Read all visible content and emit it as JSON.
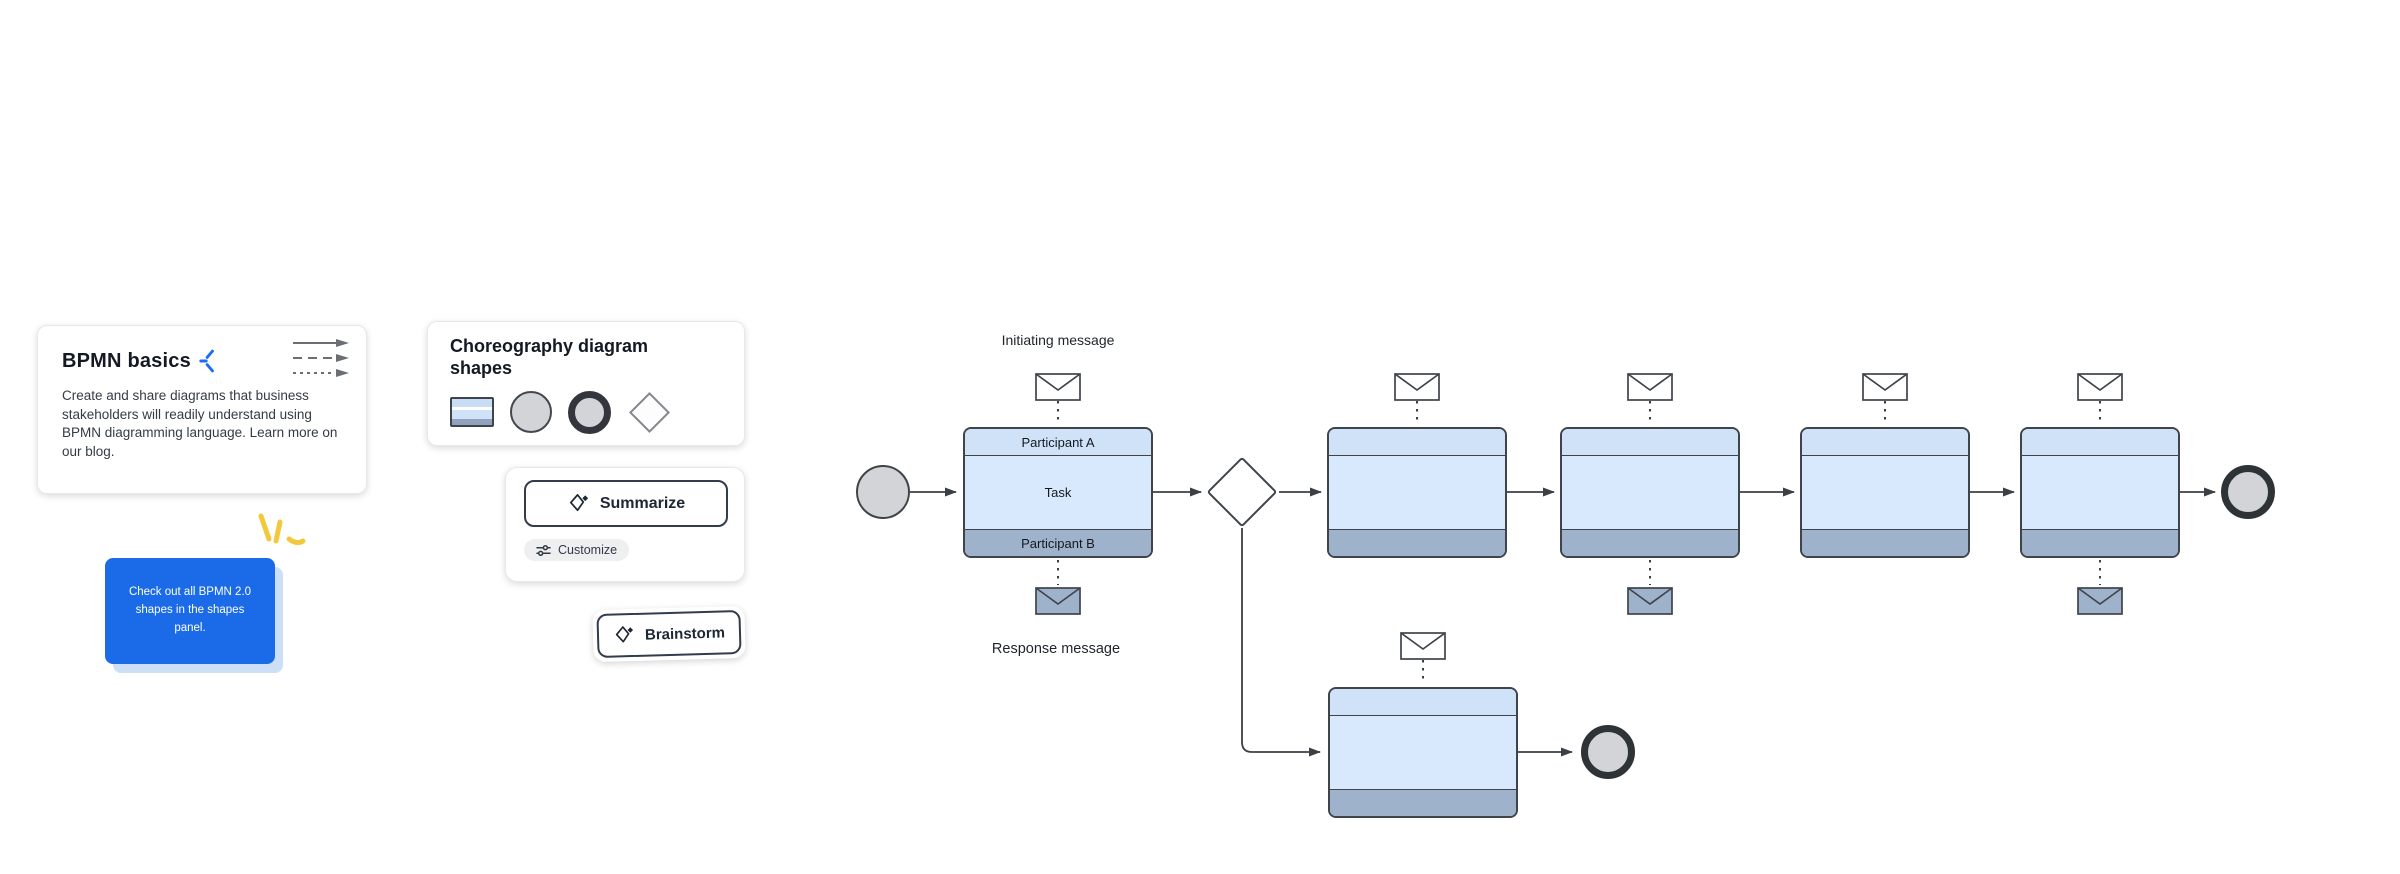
{
  "bpmn_card": {
    "title": "BPMN basics",
    "body": "Create and share diagrams that business stakeholders will readily understand using BPMN diagramming language. Learn more on our blog.",
    "line_styles": [
      "solid-arrow",
      "dashed-arrow",
      "dotted-arrow"
    ]
  },
  "callout": {
    "text": "Check out all BPMN 2.0 shapes in the shapes panel."
  },
  "shapes_card": {
    "title": "Choreography diagram shapes",
    "shapes": [
      "choreography-task",
      "start-event",
      "end-event",
      "gateway"
    ]
  },
  "ai_panel": {
    "summarize_label": "Summarize",
    "customize_label": "Customize",
    "brainstorm_label": "Brainstorm"
  },
  "diagram": {
    "initiating_label": "Initiating message",
    "response_label": "Response message",
    "task1": {
      "participant_top": "Participant A",
      "task_name": "Task",
      "participant_bottom": "Participant B"
    }
  },
  "colors": {
    "callout_blue": "#1B6BE8",
    "callout_shadow": "#CBDFF7",
    "sparkle_yellow": "#F2C83C",
    "sparkle_blue": "#1A6EF5",
    "band_top": "#CFE2F8",
    "band_middle": "#D8E8FD",
    "band_bottom": "#9FB2CB",
    "shape_outline": "#3F444B",
    "event_fill": "#D2D4D7"
  }
}
